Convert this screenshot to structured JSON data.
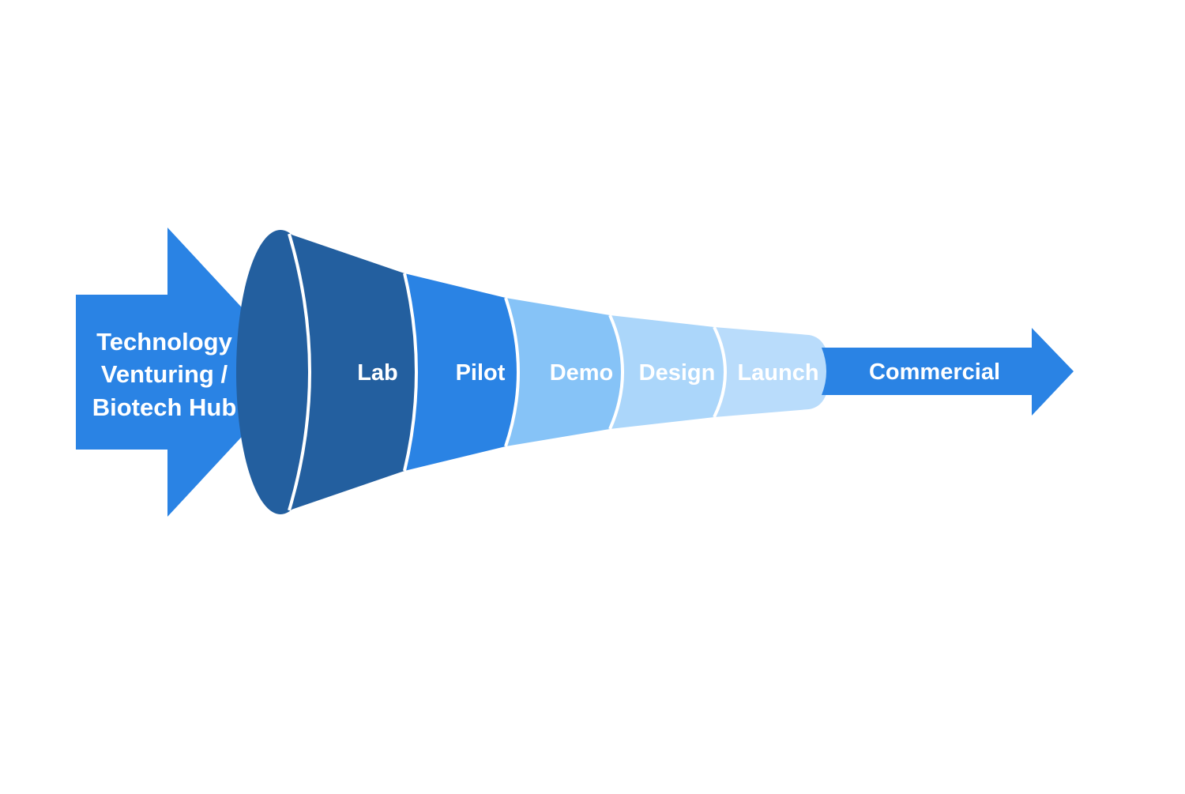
{
  "input_arrow": {
    "lines": [
      "Technology",
      "Venturing /",
      "Biotech Hub"
    ]
  },
  "stages": [
    {
      "label": "Lab",
      "color": "#235f9f",
      "text_color": "#ffffff"
    },
    {
      "label": "Pilot",
      "color": "#2a83e4",
      "text_color": "#ffffff"
    },
    {
      "label": "Demo",
      "color": "#86c3f7",
      "text_color": "#ffffff"
    },
    {
      "label": "Design",
      "color": "#abd6fa",
      "text_color": "#ffffff"
    },
    {
      "label": "Launch",
      "color": "#b9dcfb",
      "text_color": "#ffffff"
    }
  ],
  "output_arrow": {
    "label": "Commercial"
  },
  "colors": {
    "arrow": "#2a83e4",
    "funnel_mouth": "#235f9f",
    "divider": "#ffffff",
    "background": "#ffffff"
  }
}
